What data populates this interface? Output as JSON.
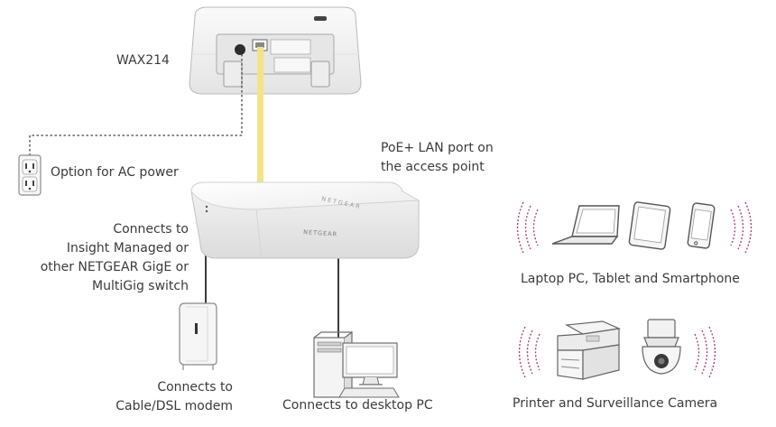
{
  "labels": {
    "ap_model": "WAX214",
    "ac_power": "Option for AC power",
    "poe_port": [
      "PoE+ LAN port on",
      "the access point"
    ],
    "switch_uplink": [
      "Connects to",
      "Insight Managed or",
      "other NETGEAR GigE or",
      "MultiGig switch"
    ],
    "modem": [
      "Connects to",
      "Cable/DSL modem"
    ],
    "desktop": "Connects to desktop PC",
    "wireless_clients": "Laptop PC, Tablet and Smartphone",
    "printer_camera": "Printer and Surveillance Camera"
  },
  "device_text": {
    "switch_brand_top": "NETGEAR",
    "switch_brand_front": "NETGEAR"
  },
  "colors": {
    "poe_cable": "#f4e28a",
    "cable": "#3c3c3c",
    "signal_waves": "#b0417e",
    "device_body": "#f3f3f3",
    "device_outline": "#9a9a9a"
  },
  "icons": [
    "access-point-icon",
    "ac-outlet-icon",
    "switch-icon",
    "modem-icon",
    "desktop-pc-icon",
    "laptop-icon",
    "tablet-icon",
    "smartphone-icon",
    "printer-icon",
    "surveillance-camera-icon",
    "wifi-signal-icon"
  ]
}
